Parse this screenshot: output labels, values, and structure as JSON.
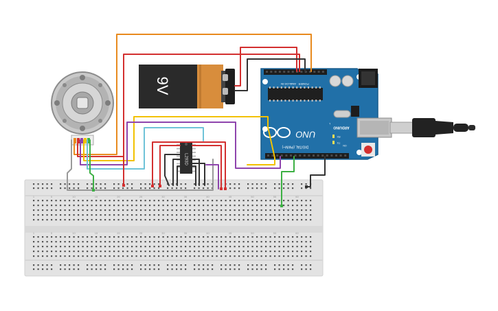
{
  "battery": {
    "label": "9V"
  },
  "arduino": {
    "model": "UNO",
    "brand": "ARDUINO",
    "header_digital": "DIGITAL (PWM~)",
    "header_power": "POWER",
    "header_analog": "ANALOG IN",
    "led_tx": "TX",
    "led_rx": "RX",
    "led_l": "L",
    "led_on": "ON"
  },
  "driver_chip": {
    "label": "L293D"
  },
  "breadboard": {
    "columns": [
      "1",
      "5",
      "10",
      "15",
      "20",
      "25",
      "30",
      "35",
      "40",
      "45",
      "50",
      "55",
      "60"
    ]
  },
  "colors": {
    "orange": "#e88a1e",
    "red": "#d32f2f",
    "dark": "#333333",
    "yellow": "#f2c100",
    "purple": "#8e44ad",
    "cyan": "#6fc3d8",
    "green": "#3cb043",
    "gray": "#9a9a9a",
    "arduino_blue": "#2170a8"
  }
}
